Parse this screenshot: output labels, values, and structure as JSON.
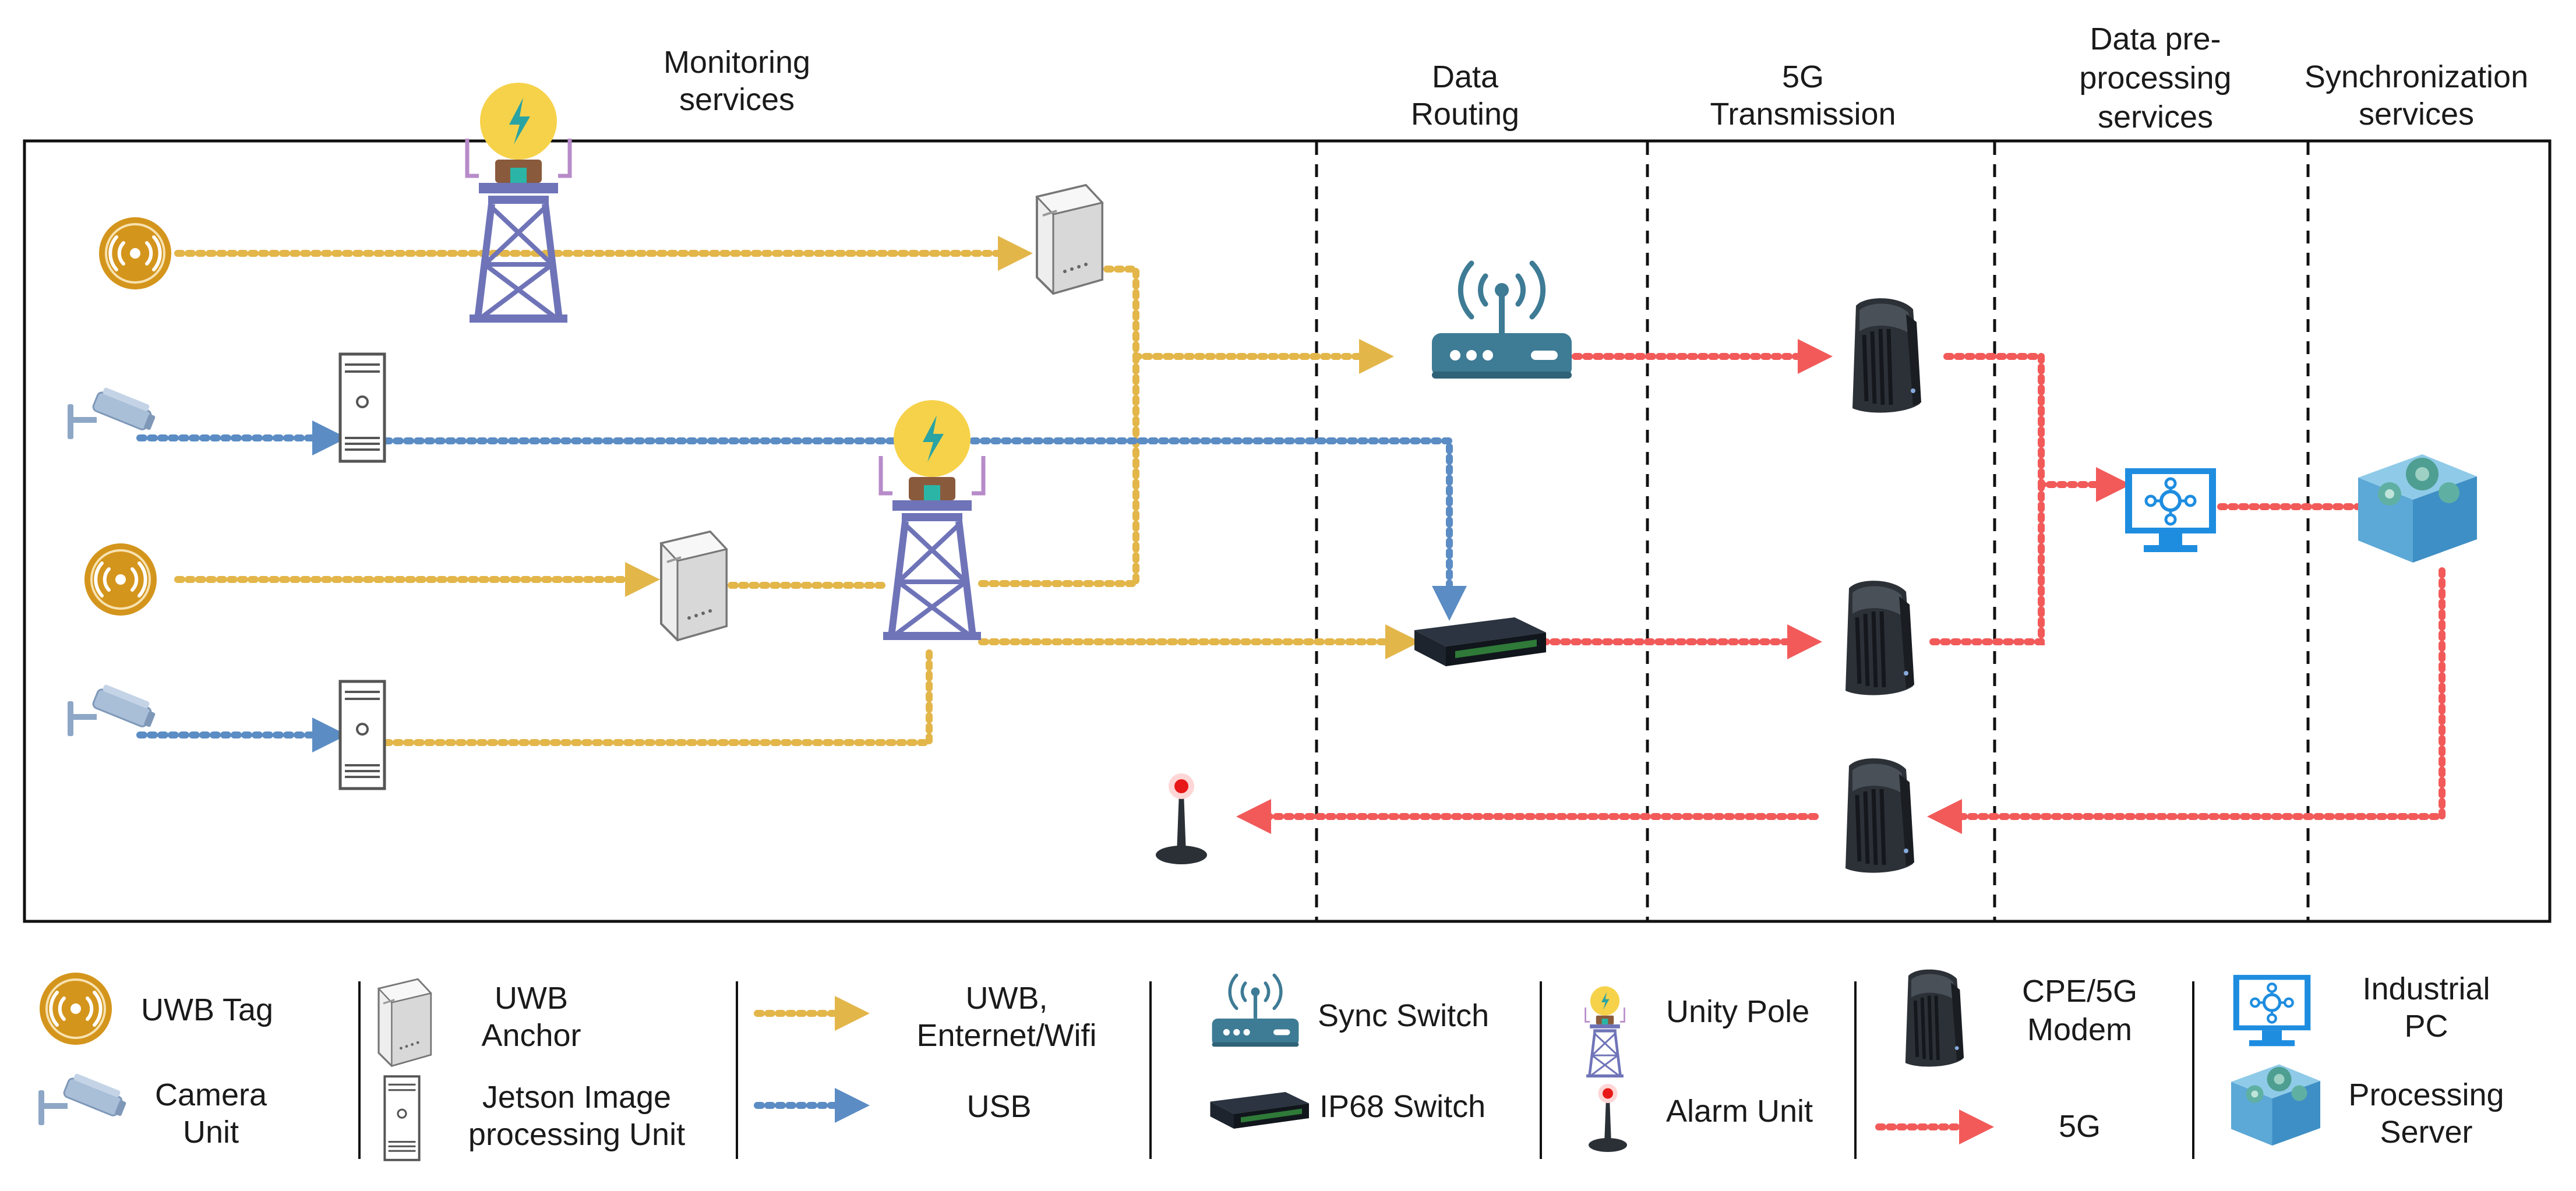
{
  "sections": {
    "monitoring": [
      "Monitoring",
      "services"
    ],
    "routing": [
      "Data",
      "Routing"
    ],
    "transmission": [
      "5G",
      "Transmission"
    ],
    "preprocessing": [
      "Data pre-",
      "processing",
      "services"
    ],
    "synchronization": [
      "Synchronization",
      "services"
    ]
  },
  "legend": {
    "uwb_tag": "UWB Tag",
    "camera_unit": [
      "Camera",
      "Unit"
    ],
    "uwb_anchor": [
      "UWB",
      "Anchor"
    ],
    "jetson": [
      "Jetson Image",
      "processing Unit"
    ],
    "link_uwb": [
      "UWB,",
      "Enternet/Wifi"
    ],
    "link_usb": "USB",
    "sync_switch": "Sync Switch",
    "ip68_switch": "IP68 Switch",
    "unity_pole": "Unity Pole",
    "alarm_unit": "Alarm Unit",
    "cpe_modem": [
      "CPE/5G",
      "Modem"
    ],
    "link_5g": "5G",
    "industrial_pc": [
      "Industrial",
      "PC"
    ],
    "processing_server": [
      "Processing",
      "Server"
    ]
  },
  "colors": {
    "uwb_link": "#e3b64a",
    "usb_link": "#5b8cc4",
    "g5_link": "#f25a5a",
    "tag": "#d4951c",
    "router": "#3e7b95",
    "pc": "#1e8de0",
    "tower": "#6f74b8",
    "bulb": "#f6d24a"
  }
}
